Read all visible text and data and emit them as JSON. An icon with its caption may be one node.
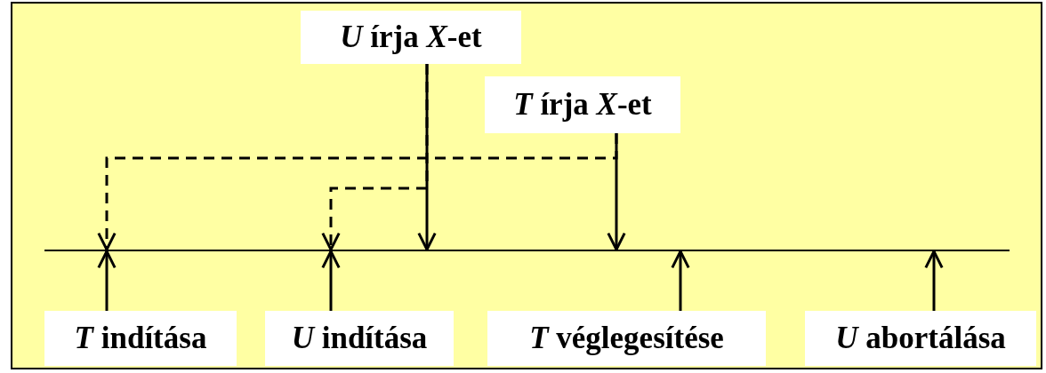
{
  "diagram": {
    "nodes": [
      {
        "text": [
          "*U* írja *X*-et"
        ]
      },
      {
        "text": [
          "*T* írja *X*-et"
        ]
      },
      {
        "text": [],
        "shape": "bar"
      },
      {
        "text": [
          "*T* indítása"
        ]
      },
      {
        "text": [
          "*U* indítása"
        ]
      },
      {
        "text": [
          "*T* véglegesítése"
        ]
      },
      {
        "text": [
          "*U* abortálása"
        ]
      }
    ],
    "edges": [
      {
        "from": 0,
        "to": 2,
        "arrow": "to"
      },
      {
        "from": 1,
        "to": 2,
        "arrow": "to"
      },
      {
        "from": 1,
        "to": 2,
        "arrow": "to",
        "style": "dashed"
      },
      {
        "from": 0,
        "to": 2,
        "arrow": "to",
        "style": "dashed"
      },
      {
        "from": 3,
        "to": 2,
        "arrow": "to"
      },
      {
        "from": 4,
        "to": 2,
        "arrow": "to"
      },
      {
        "from": 5,
        "to": 2,
        "arrow": "to"
      },
      {
        "from": 6,
        "to": 2,
        "arrow": "to"
      }
    ]
  }
}
